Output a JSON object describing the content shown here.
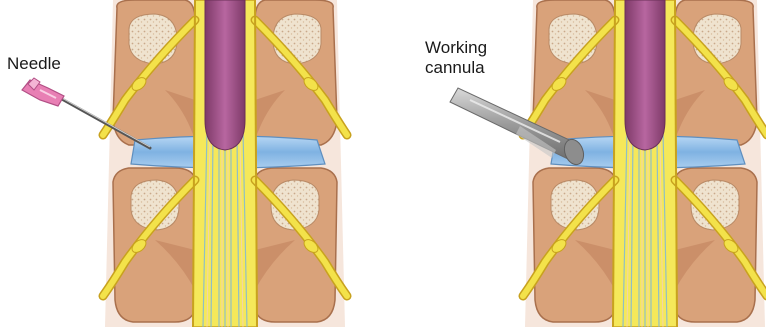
{
  "labels": {
    "needle": "Needle",
    "cannula_line1": "Working",
    "cannula_line2": "cannula"
  },
  "colors": {
    "background": "#ffffff",
    "bone_cortex": "#d9a27a",
    "bone_cortex_dark": "#b97a55",
    "bone_marrow": "#efe3cf",
    "disc": "#8fbce8",
    "nerve": "#f3e24a",
    "nerve_outline": "#c8a21e",
    "dura": "#a14d86",
    "cauda_fibers": "#7fb8d8",
    "needle_hub": "#e87fb4",
    "needle_shaft": "#6c6c6c",
    "cannula": "#9a9a9a"
  },
  "icons": {
    "left_panel": "spine-needle-illustration",
    "right_panel": "spine-cannula-illustration"
  }
}
